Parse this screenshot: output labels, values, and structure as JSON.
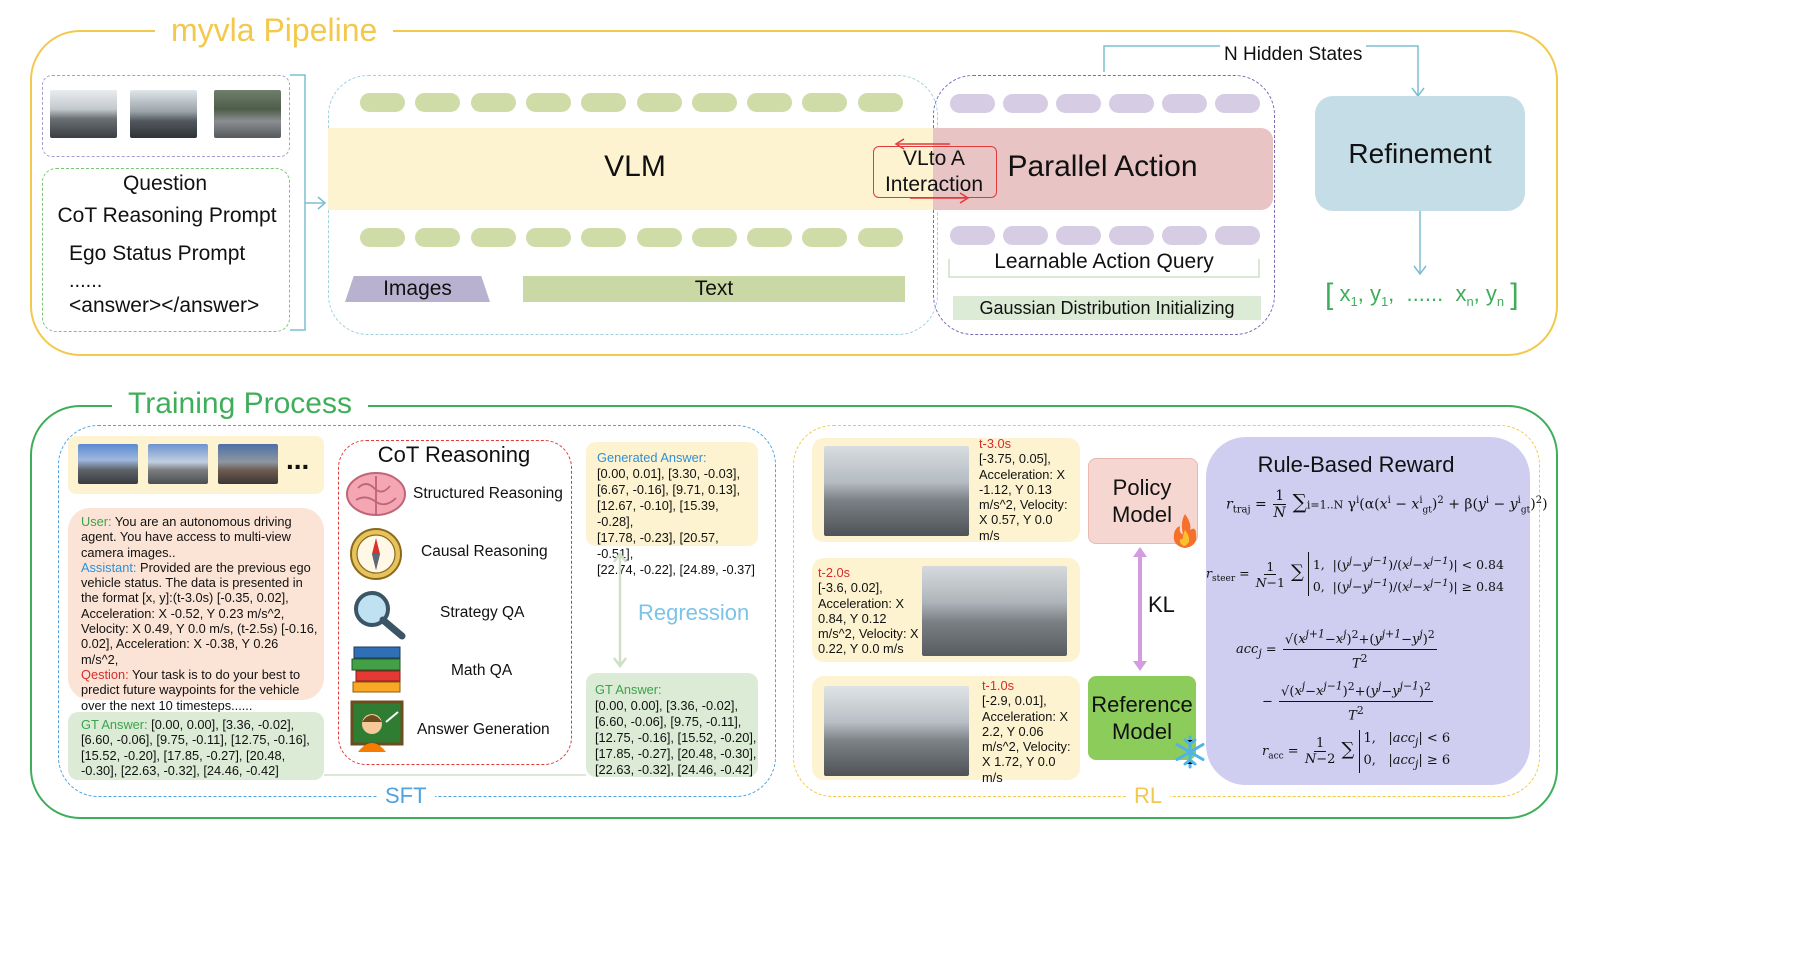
{
  "pipeline": {
    "title": "myvla Pipeline",
    "hidden_states_label": "N Hidden States",
    "inputs": {
      "question": "Question",
      "cot_prompt": "CoT Reasoning Prompt",
      "ego_prompt": "Ego Status Prompt",
      "ellipsis": "......",
      "answer_tag": "<answer></answer>"
    },
    "vlm_label": "VLM",
    "interaction_label_1": "VLto A",
    "interaction_label_2": "Interaction",
    "parallel_action_label": "Parallel Action",
    "images_label": "Images",
    "text_label": "Text",
    "learnable_query_label": "Learnable Action Query",
    "gaussian_label": "Gaussian Distribution Initializing",
    "refinement_label": "Refinement",
    "output": {
      "x1": "x",
      "sub1": "1",
      "y1": "y",
      "suby1": "1",
      "dots": "......",
      "xn": "x",
      "subn": "n",
      "yn": "y",
      "subyn": "n"
    }
  },
  "training": {
    "title": "Training Process",
    "sft_label": "SFT",
    "rl_label": "RL",
    "thumb_ellipsis": "...",
    "dialog": {
      "user_tag": "User:",
      "user_text": " You are an autonomous driving agent. You have access to multi-view camera images..",
      "assistant_tag": "Assistant:",
      "assistant_text": " Provided are the previous ego vehicle status. The data is presented in the format [x, y]:(t-3.0s) [-0.35, 0.02], Acceleration: X -0.52, Y 0.23 m/s^2, Velocity: X 0.49, Y 0.0 m/s, (t-2.5s) [-0.16, 0.02], Acceleration: X -0.38, Y 0.26 m/s^2,",
      "question_tag": "Qestion:",
      "question_text": " Your task is to do your best to predict future waypoints for the vehicle over the next 10 timesteps......"
    },
    "gt_answer_left": {
      "tag": "GT Answer:",
      "text": " [0.00, 0.00], [3.36, -0.02], [6.60, -0.06], [9.75, -0.11], [12.75, -0.16], [15.52, -0.20], [17.85, -0.27], [20.48, -0.30], [22.63, -0.32], [24.46, -0.42]"
    },
    "cot": {
      "title": "CoT Reasoning",
      "items": [
        "Structured Reasoning",
        "Causal Reasoning",
        "Strategy QA",
        "Math QA",
        "Answer Generation"
      ]
    },
    "generated_answer": {
      "tag": "Generated Answer:",
      "lines": [
        "[0.00, 0.01], [3.30, -0.03],",
        "[6.67, -0.16], [9.71, 0.13],",
        "[12.67, -0.10], [15.39, -0.28],",
        "[17.78, -0.23], [20.57, -0.51],",
        "[22.74, -0.22], [24.89, -0.37]"
      ]
    },
    "regression_label": "Regression",
    "gt_answer_right": {
      "tag": "GT Answer:",
      "lines": [
        "[0.00, 0.00], [3.36, -0.02],",
        "[6.60, -0.06], [9.75, -0.11],",
        "[12.75, -0.16], [15.52, -0.20],",
        "[17.85, -0.27], [20.48, -0.30],",
        "[22.63, -0.32], [24.46, -0.42]"
      ]
    },
    "rl_cards": [
      {
        "time": "t-3.0s",
        "lines": [
          "[-3.75, 0.05],",
          "Acceleration: X",
          "-1.12, Y 0.13",
          "m/s^2, Velocity:",
          "X 0.57, Y 0.0",
          "m/s"
        ]
      },
      {
        "time": "t-2.0s",
        "lines": [
          "[-3.6, 0.02],",
          "Acceleration: X",
          "0.84, Y 0.12",
          "m/s^2, Velocity: X",
          "0.22, Y 0.0 m/s"
        ]
      },
      {
        "time": "t-1.0s",
        "lines": [
          "[-2.9, 0.01],",
          "Acceleration: X",
          "2.2, Y 0.06",
          "m/s^2, Velocity:",
          "X 1.72, Y 0.0",
          "m/s"
        ]
      }
    ],
    "policy_model_1": "Policy",
    "policy_model_2": "Model",
    "kl_label": "KL",
    "reference_model_1": "Reference",
    "reference_model_2": "Model",
    "reward_title": "Rule-Based Reward"
  },
  "colors": {
    "pipeline_frame": "#f2c94c",
    "training_frame": "#3fae5a",
    "vlm_band": "#fdf3d0",
    "pill_green": "#cfdca8",
    "pill_purple": "#d6cce3",
    "parallel_action": "#e8c4c4",
    "refinement": "#c5dde7",
    "images_tag": "#b8b2d0",
    "text_tag": "#c9d8a4",
    "gaussian": "#dcebd6",
    "sft_blue": "#4fa3e0",
    "rl_yellow": "#f2c94c",
    "policy": "#f5d6d0",
    "reference": "#8ccc5a",
    "reward": "#cfcdf0",
    "card_yellow": "#fdf3d0",
    "dialog_pink": "#fbe4d6",
    "green_text": "#3aa34a",
    "blue_text": "#2f8fd8",
    "red_text": "#d92b2b",
    "output_green": "#3fae5a"
  }
}
